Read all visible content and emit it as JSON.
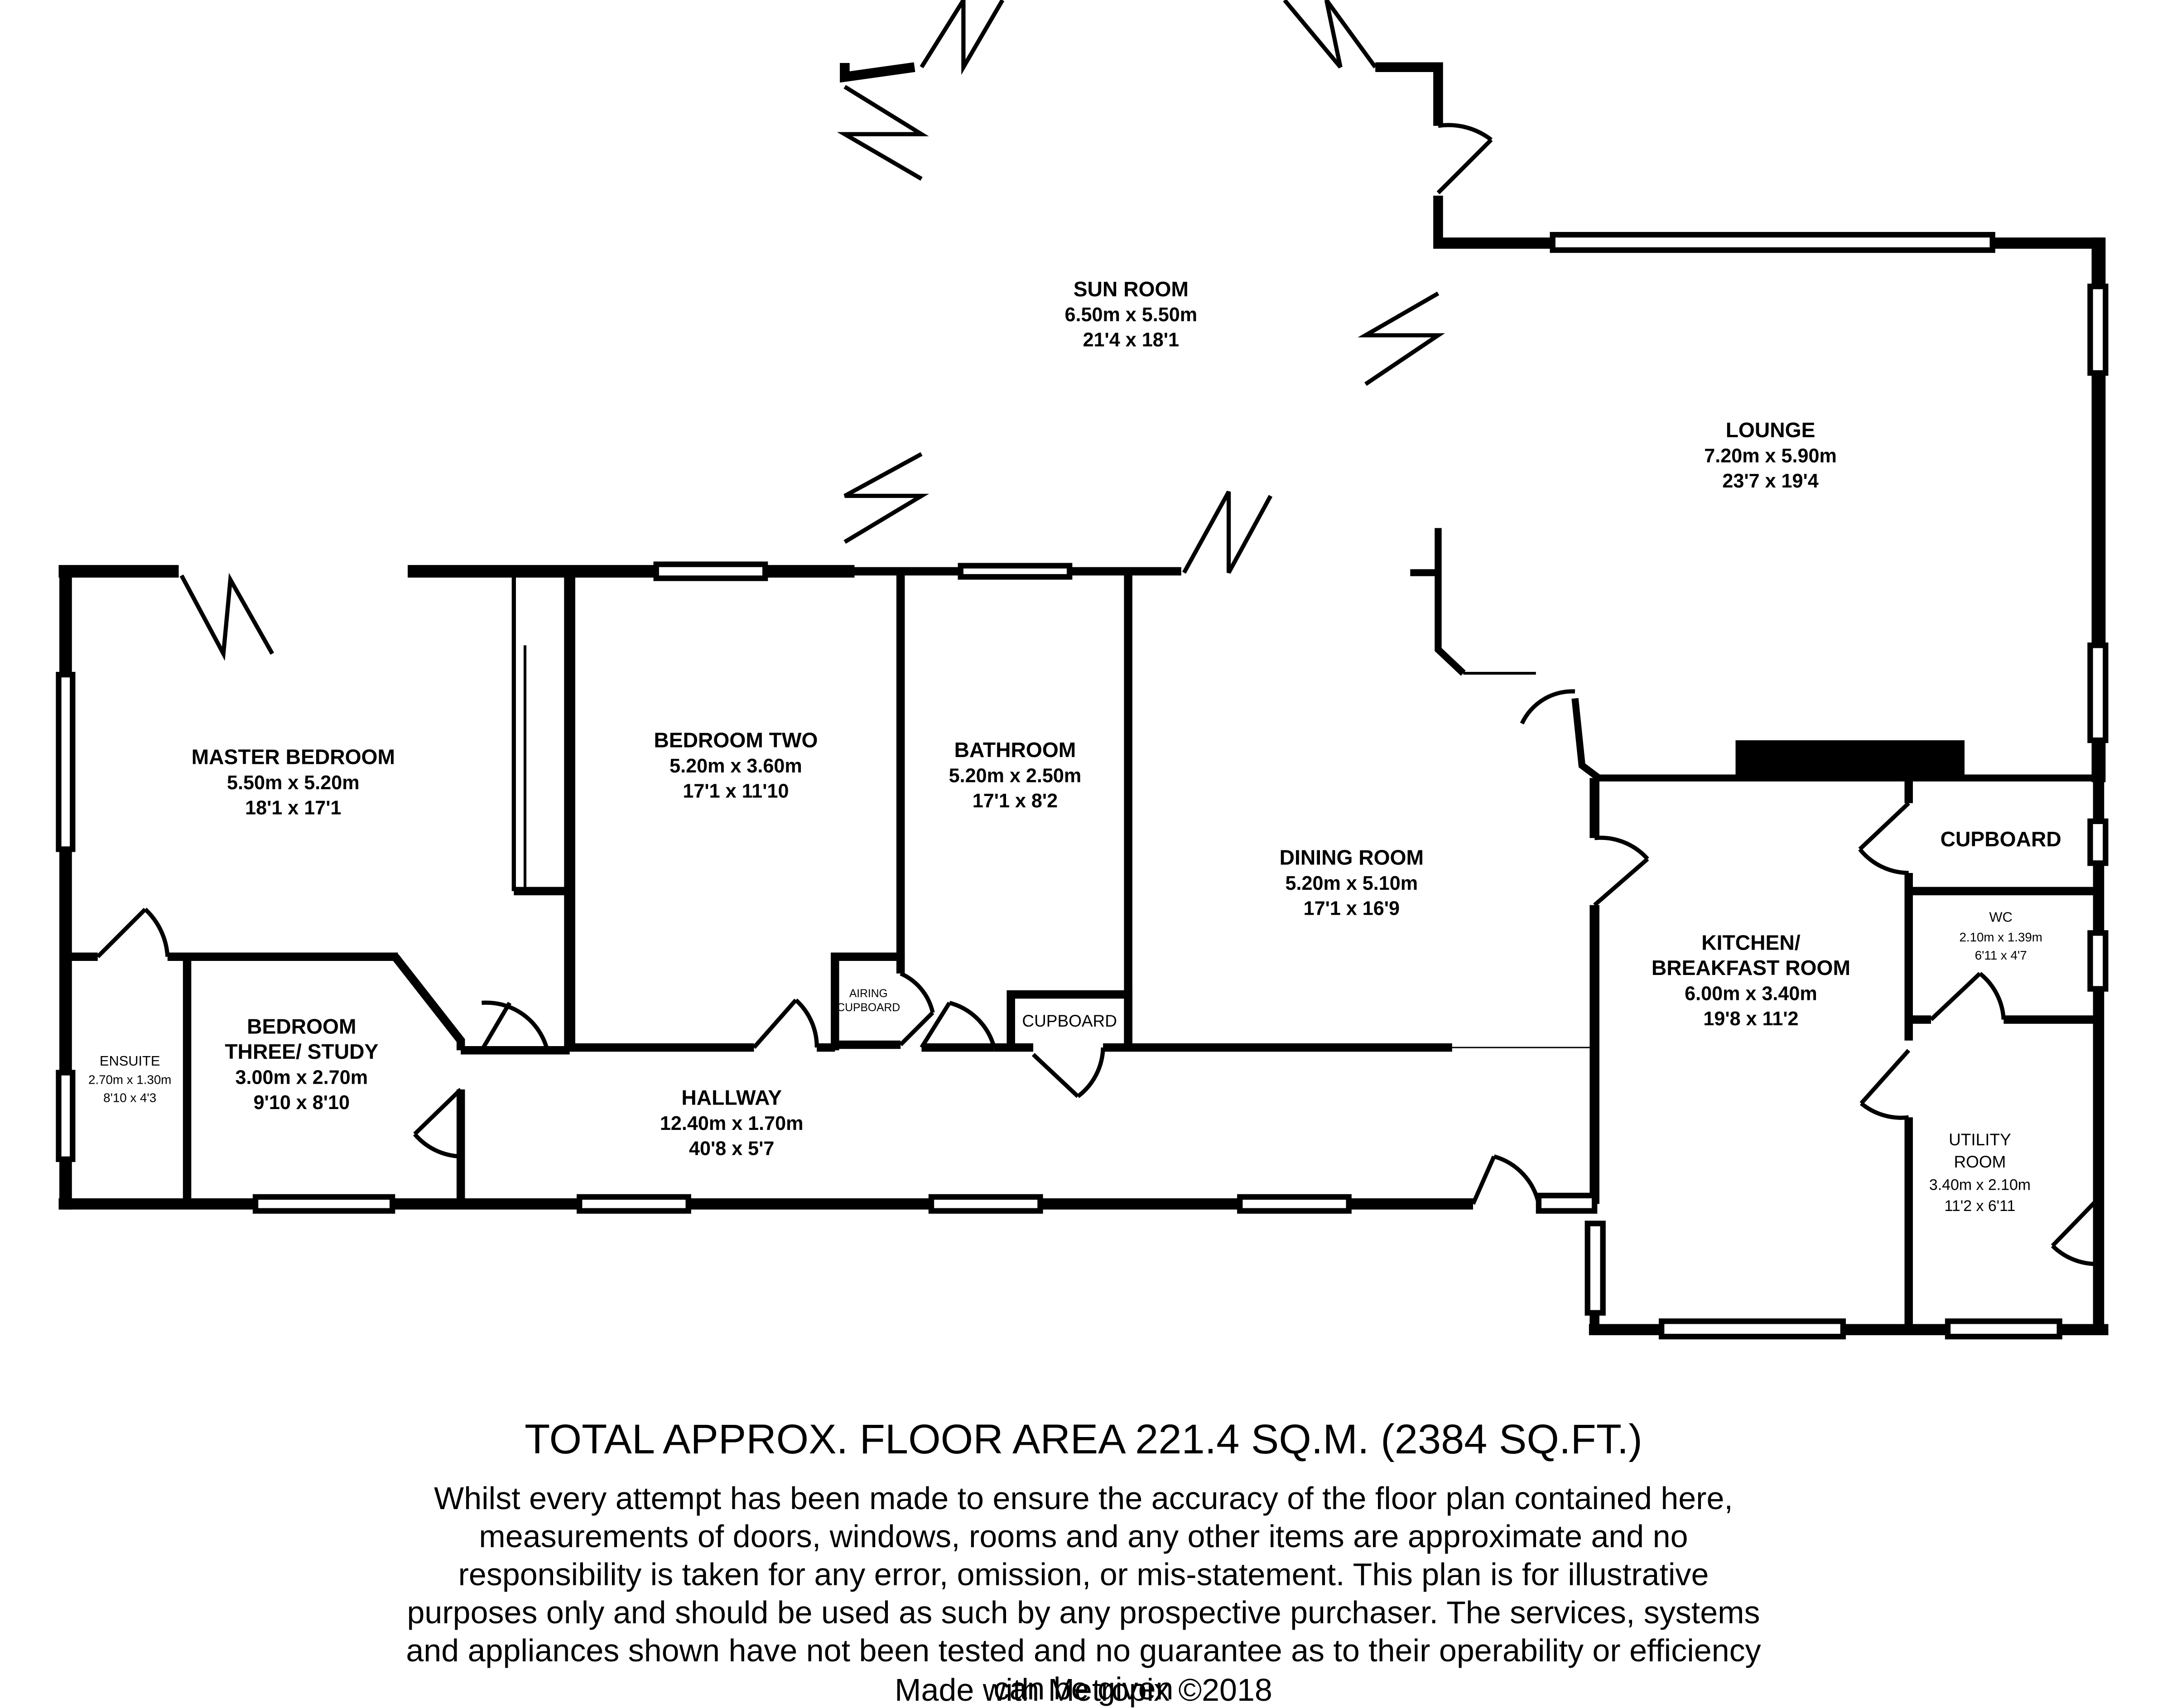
{
  "rooms": {
    "sun_room": {
      "name": "SUN ROOM",
      "metric": "6.50m x 5.50m",
      "imperial": "21'4 x 18'1"
    },
    "lounge": {
      "name": "LOUNGE",
      "metric": "7.20m x 5.90m",
      "imperial": "23'7 x 19'4"
    },
    "master": {
      "name": "MASTER BEDROOM",
      "metric": "5.50m x 5.20m",
      "imperial": "18'1 x 17'1"
    },
    "bedroom_two": {
      "name": "BEDROOM TWO",
      "metric": "5.20m x 3.60m",
      "imperial": "17'1 x 11'10"
    },
    "bathroom": {
      "name": "BATHROOM",
      "metric": "5.20m x 2.50m",
      "imperial": "17'1 x 8'2"
    },
    "dining": {
      "name": "DINING ROOM",
      "metric": "5.20m x 5.10m",
      "imperial": "17'1 x 16'9"
    },
    "kitchen": {
      "name_line1": "KITCHEN/",
      "name_line2": "BREAKFAST ROOM",
      "metric": "6.00m x 3.40m",
      "imperial": "19'8 x 11'2"
    },
    "cupboard_right": {
      "name": "CUPBOARD"
    },
    "wc": {
      "name": "WC",
      "metric": "2.10m x 1.39m",
      "imperial": "6'11 x 4'7"
    },
    "utility": {
      "name_line1": "UTILITY",
      "name_line2": "ROOM",
      "metric": "3.40m x 2.10m",
      "imperial": "11'2 x 6'11"
    },
    "ensuite": {
      "name": "ENSUITE",
      "metric": "2.70m x 1.30m",
      "imperial": "8'10 x 4'3"
    },
    "bedroom_three": {
      "name_line1": "BEDROOM",
      "name_line2": "THREE/ STUDY",
      "metric": "3.00m x 2.70m",
      "imperial": "9'10 x 8'10"
    },
    "hallway": {
      "name": "HALLWAY",
      "metric": "12.40m x 1.70m",
      "imperial": "40'8 x 5'7"
    },
    "airing": {
      "line1": "AIRING",
      "line2": "CUPBOARD"
    },
    "cupboard_hall": {
      "name": "CUPBOARD"
    }
  },
  "footer": {
    "title": "TOTAL APPROX. FLOOR AREA 221.4 SQ.M. (2384 SQ.FT.)",
    "disclaimer": "Whilst every attempt has been made to ensure the accuracy of the floor plan contained here, measurements of doors, windows, rooms and any other items are approximate and no responsibility is taken for any error, omission, or mis-statement. This plan is for illustrative purposes only and should be used as such by any prospective purchaser. The services, systems and appliances shown have not been tested and no guarantee as to their operability or efficiency can be given",
    "made_with": "Made with Metropix ©2018"
  }
}
